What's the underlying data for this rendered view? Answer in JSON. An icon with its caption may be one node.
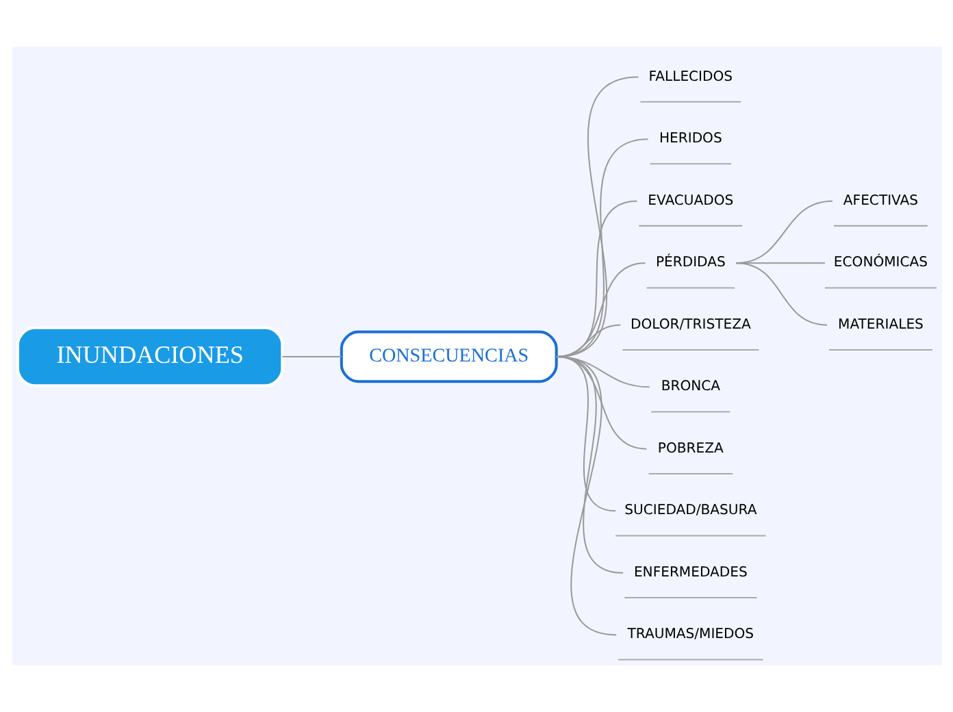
{
  "diagram": {
    "nodes": [
      {
        "text": [
          "INUNDACIONES"
        ]
      },
      {
        "text": [
          "CONSECUENCIAS"
        ]
      },
      {
        "text": [
          "FALLECIDOS"
        ]
      },
      {
        "text": [
          "HERIDOS"
        ]
      },
      {
        "text": [
          "EVACUADOS"
        ]
      },
      {
        "text": [
          "PÉRDIDAS"
        ]
      },
      {
        "text": [
          "AFECTIVAS"
        ]
      },
      {
        "text": [
          "ECONÓMICAS"
        ]
      },
      {
        "text": [
          "MATERIALES"
        ]
      },
      {
        "text": [
          "DOLOR/TRISTEZA"
        ]
      },
      {
        "text": [
          "BRONCA"
        ]
      },
      {
        "text": [
          "POBREZA"
        ]
      },
      {
        "text": [
          "SUCIEDAD/BASURA"
        ]
      },
      {
        "text": [
          "ENFERMEDADES"
        ]
      },
      {
        "text": [
          "TRAUMAS/MIEDOS"
        ]
      }
    ],
    "edges": [
      {
        "from": 0,
        "to": 1,
        "arrow": "none"
      },
      {
        "from": 1,
        "to": 2,
        "arrow": "none"
      },
      {
        "from": 1,
        "to": 3,
        "arrow": "none"
      },
      {
        "from": 1,
        "to": 4,
        "arrow": "none"
      },
      {
        "from": 1,
        "to": 5,
        "arrow": "none"
      },
      {
        "from": 5,
        "to": 6,
        "arrow": "none"
      },
      {
        "from": 5,
        "to": 7,
        "arrow": "none"
      },
      {
        "from": 5,
        "to": 8,
        "arrow": "none"
      },
      {
        "from": 1,
        "to": 9,
        "arrow": "none"
      },
      {
        "from": 1,
        "to": 10,
        "arrow": "none"
      },
      {
        "from": 1,
        "to": 11,
        "arrow": "none"
      },
      {
        "from": 1,
        "to": 12,
        "arrow": "none"
      },
      {
        "from": 1,
        "to": 13,
        "arrow": "none"
      },
      {
        "from": 1,
        "to": 14,
        "arrow": "none"
      }
    ]
  }
}
